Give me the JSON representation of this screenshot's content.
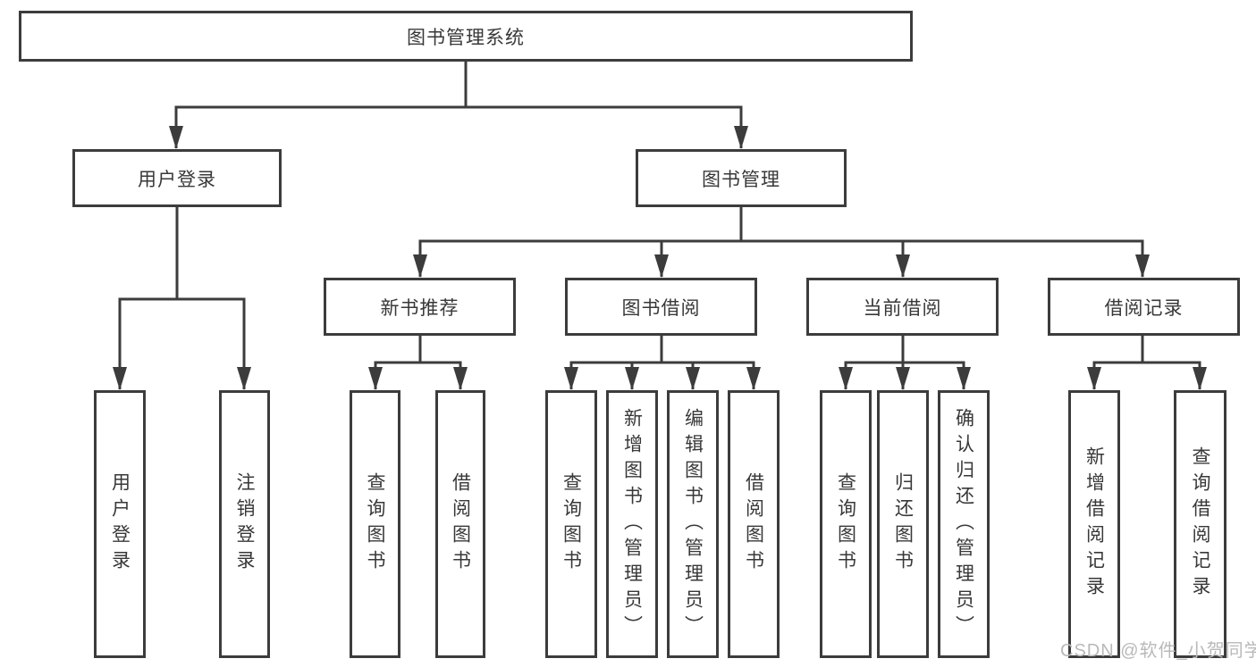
{
  "tree": {
    "label": "图书管理系统",
    "children": [
      {
        "label": "用户登录",
        "children": [
          {
            "label": "用户登录"
          },
          {
            "label": "注销登录"
          }
        ]
      },
      {
        "label": "图书管理",
        "children": [
          {
            "label": "新书推荐",
            "children": [
              {
                "label": "查询图书"
              },
              {
                "label": "借阅图书"
              }
            ]
          },
          {
            "label": "图书借阅",
            "children": [
              {
                "label": "查询图书"
              },
              {
                "label": "新增图书（管理员）"
              },
              {
                "label": "编辑图书（管理员）"
              },
              {
                "label": "借阅图书"
              }
            ]
          },
          {
            "label": "当前借阅",
            "children": [
              {
                "label": "查询图书"
              },
              {
                "label": "归还图书"
              },
              {
                "label": "确认归还（管理员）"
              }
            ]
          },
          {
            "label": "借阅记录",
            "children": [
              {
                "label": "新增借阅记录"
              },
              {
                "label": "查询借阅记录"
              }
            ]
          }
        ]
      }
    ]
  },
  "watermark": "CSDN @软件_小贺同学",
  "colors": {
    "line": "#3c3c3c",
    "text": "#383838",
    "background": "#ffffff",
    "watermark": "#b9b9b9"
  }
}
